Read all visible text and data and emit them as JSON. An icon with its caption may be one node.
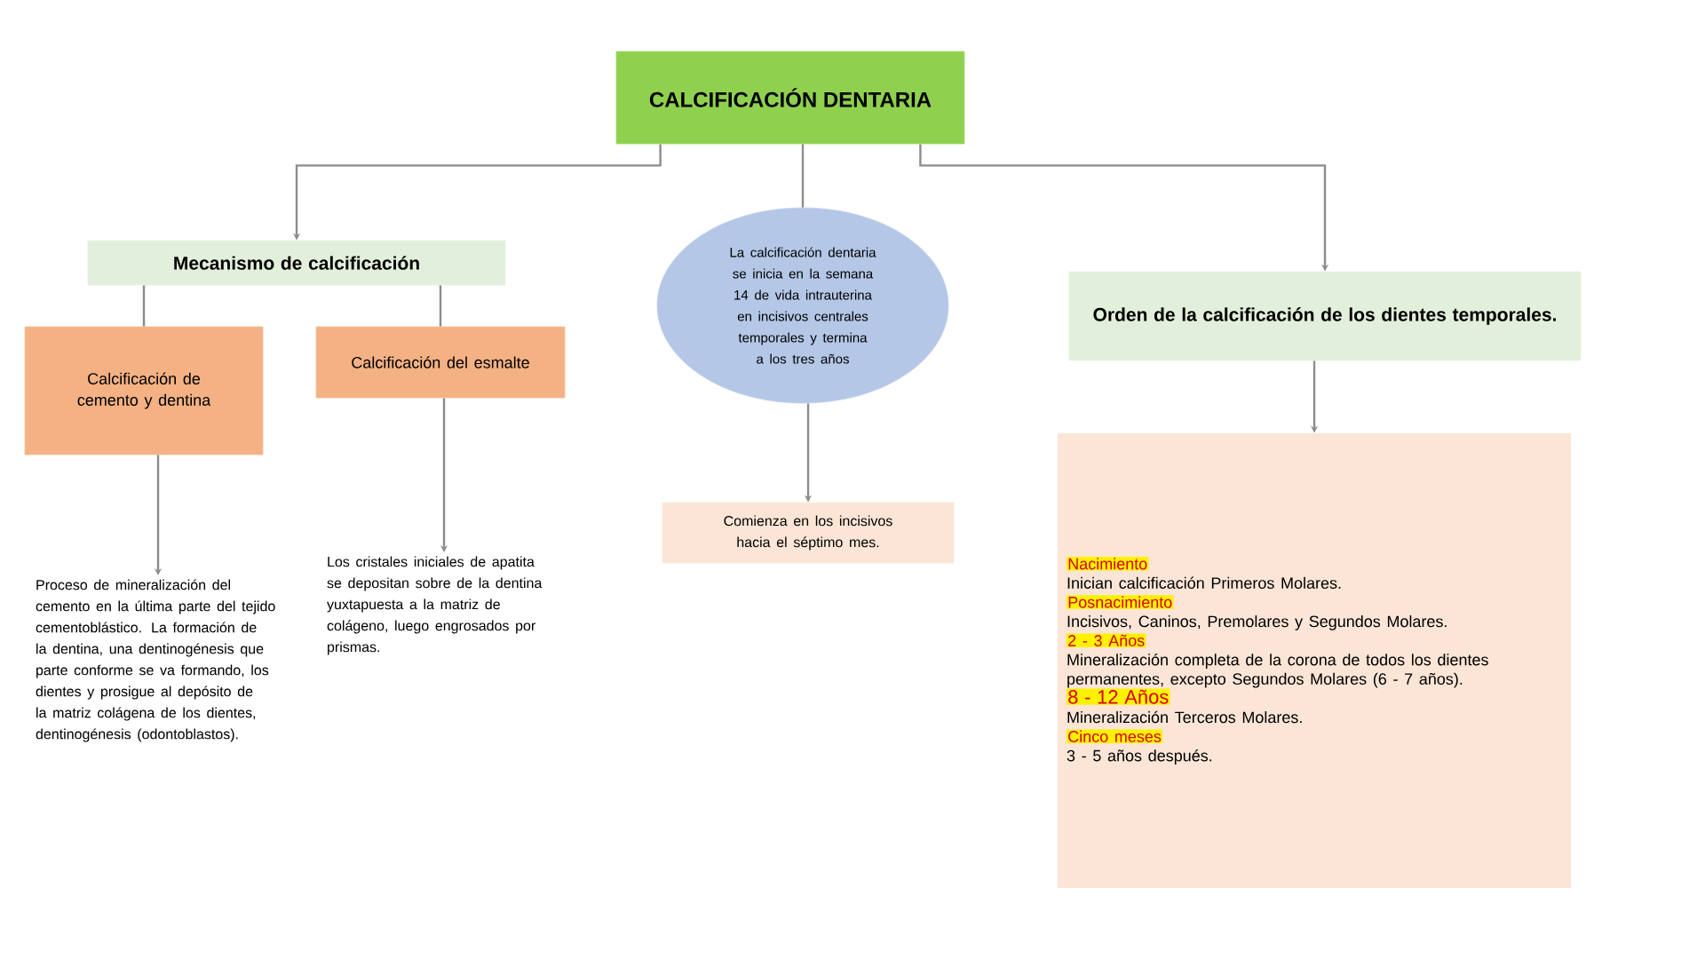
{
  "diagram": {
    "nodes": [
      {
        "text": [
          "CALCIFICACIÓN DENTARIA"
        ]
      },
      {
        "text": [
          "Mecanismo de calcificación"
        ]
      },
      {
        "text": [
          "Calcificación de cemento y dentina"
        ]
      },
      {
        "text": [
          "Calcificación del esmalte"
        ]
      },
      {
        "text": [
          "La calcificación dentaria se inicia en la semana 14 de vida intrauterina en incisivos centrales temporales y termina a los tres años"
        ]
      },
      {
        "text": [
          "Orden de la calcificación de los dientes temporales."
        ]
      },
      {
        "text": [
          "Proceso de mineralización del cemento en la última parte del tejido cementoblástico. La formación de la dentina, una dentinogénesis que parte conforme se va formando, los dientes y prosigue al depósito de la matriz colágena de los dientes, dentinogénesis (odontoblastos)."
        ]
      },
      {
        "text": [
          "Los cristales iniciales de apatita se depositan sobre de la dentina yuxtapuesta a la matriz de colágeno, luego engrosados por prismas."
        ]
      },
      {
        "text": [
          "Comienza en los incisivos hacia el séptimo mes."
        ]
      },
      {
        "text": [
          "Nacimiento",
          "Inician calcificación Primeros Molares.",
          "Posnacimiento",
          "Incisivos, Caninos, Premolares y Segundos Molares.",
          "2 - 3 Años",
          "Mineralización completa de la corona de todos los dientes permanentes, excepto Segundos Molares (6 - 7 años).",
          "8 - 12 Años",
          "Mineralización Terceros Molares.",
          "Cinco meses",
          "3 - 5 años después."
        ]
      }
    ],
    "edges": [
      {
        "from": 0,
        "to": 1,
        "arrow": "to"
      },
      {
        "from": 0,
        "to": 4,
        "arrow": "none"
      },
      {
        "from": 0,
        "to": 5,
        "arrow": "to"
      },
      {
        "from": 1,
        "to": 2,
        "arrow": "none"
      },
      {
        "from": 1,
        "to": 3,
        "arrow": "none"
      },
      {
        "from": 2,
        "to": 6,
        "arrow": "to"
      },
      {
        "from": 3,
        "to": 7,
        "arrow": "to"
      },
      {
        "from": 4,
        "to": 8,
        "arrow": "to"
      },
      {
        "from": 5,
        "to": 9,
        "arrow": "to"
      }
    ]
  }
}
